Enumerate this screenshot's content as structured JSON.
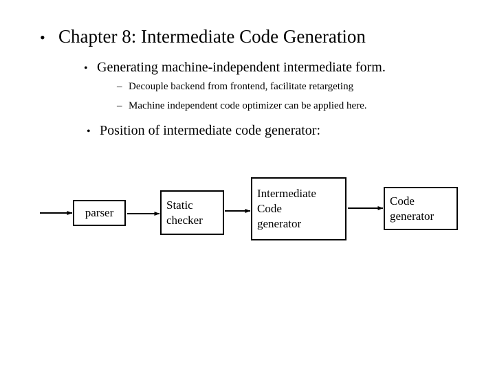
{
  "slide": {
    "background_color": "#ffffff",
    "text_color": "#000000",
    "title": {
      "bullet": "•",
      "text": "Chapter 8: Intermediate Code Generation"
    },
    "bullets": [
      {
        "level": 2,
        "bullet": "•",
        "text": "Generating machine-independent intermediate form."
      },
      {
        "level": 3,
        "bullet": "–",
        "text": "Decouple backend from frontend, facilitate retargeting"
      },
      {
        "level": 3,
        "bullet": "–",
        "text": "Machine independent code optimizer can be applied here."
      },
      {
        "level": 2,
        "bullet": "•",
        "text": "Position of intermediate code generator:"
      }
    ]
  },
  "diagram": {
    "type": "flow",
    "stroke_color": "#000000",
    "fill_color": "#ffffff",
    "nodes": [
      {
        "id": "parser",
        "label": "parser"
      },
      {
        "id": "static",
        "label": "Static\nchecker"
      },
      {
        "id": "inter",
        "label": "Intermediate\nCode\ngenerator"
      },
      {
        "id": "codegen",
        "label": "Code\ngenerator"
      }
    ],
    "edges": [
      {
        "from": "input",
        "to": "parser"
      },
      {
        "from": "parser",
        "to": "static"
      },
      {
        "from": "static",
        "to": "inter"
      },
      {
        "from": "inter",
        "to": "codegen"
      }
    ]
  }
}
